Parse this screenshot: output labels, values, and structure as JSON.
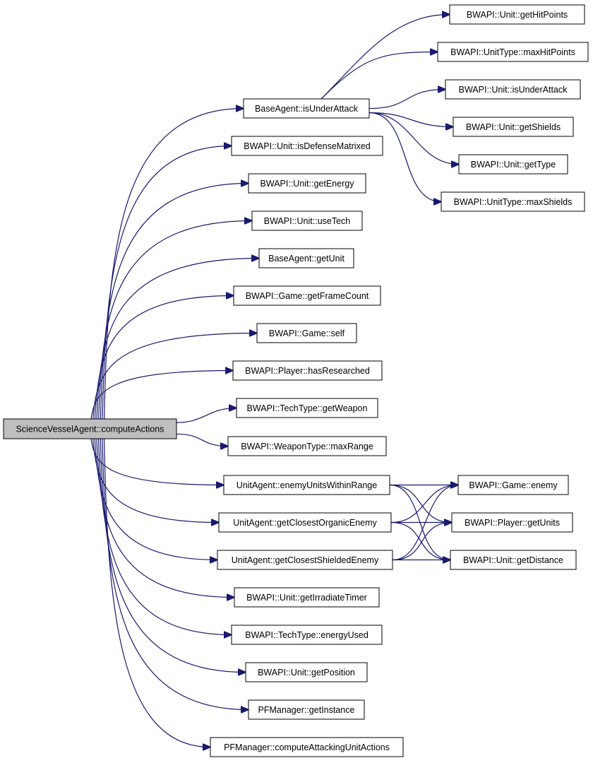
{
  "diagram": {
    "type": "call-graph",
    "root": "ScienceVesselAgent::computeActions",
    "colors": {
      "edge": "#191970",
      "node_border": "#000000",
      "node_fill": "#ffffff",
      "root_fill": "#bfbfbf"
    },
    "nodes": [
      {
        "id": "root",
        "label": "ScienceVesselAgent::computeActions"
      },
      {
        "id": "isUnderAttack",
        "label": "BaseAgent::isUnderAttack"
      },
      {
        "id": "getHitPoints",
        "label": "BWAPI::Unit::getHitPoints"
      },
      {
        "id": "maxHitPoints",
        "label": "BWAPI::UnitType::maxHitPoints"
      },
      {
        "id": "unitIsUnderAttack",
        "label": "BWAPI::Unit::isUnderAttack"
      },
      {
        "id": "getShields",
        "label": "BWAPI::Unit::getShields"
      },
      {
        "id": "getType",
        "label": "BWAPI::Unit::getType"
      },
      {
        "id": "maxShields",
        "label": "BWAPI::UnitType::maxShields"
      },
      {
        "id": "isDefenseMatrixed",
        "label": "BWAPI::Unit::isDefenseMatrixed"
      },
      {
        "id": "getEnergy",
        "label": "BWAPI::Unit::getEnergy"
      },
      {
        "id": "useTech",
        "label": "BWAPI::Unit::useTech"
      },
      {
        "id": "getUnit",
        "label": "BaseAgent::getUnit"
      },
      {
        "id": "getFrameCount",
        "label": "BWAPI::Game::getFrameCount"
      },
      {
        "id": "gameSelf",
        "label": "BWAPI::Game::self"
      },
      {
        "id": "hasResearched",
        "label": "BWAPI::Player::hasResearched"
      },
      {
        "id": "getWeapon",
        "label": "BWAPI::TechType::getWeapon"
      },
      {
        "id": "maxRange",
        "label": "BWAPI::WeaponType::maxRange"
      },
      {
        "id": "enemyUnitsWithinRange",
        "label": "UnitAgent::enemyUnitsWithinRange"
      },
      {
        "id": "getClosestOrganicEnemy",
        "label": "UnitAgent::getClosestOrganicEnemy"
      },
      {
        "id": "getClosestShieldedEnemy",
        "label": "UnitAgent::getClosestShieldedEnemy"
      },
      {
        "id": "gameEnemy",
        "label": "BWAPI::Game::enemy"
      },
      {
        "id": "getUnits",
        "label": "BWAPI::Player::getUnits"
      },
      {
        "id": "getDistance",
        "label": "BWAPI::Unit::getDistance"
      },
      {
        "id": "getIrradiateTimer",
        "label": "BWAPI::Unit::getIrradiateTimer"
      },
      {
        "id": "energyUsed",
        "label": "BWAPI::TechType::energyUsed"
      },
      {
        "id": "getPosition",
        "label": "BWAPI::Unit::getPosition"
      },
      {
        "id": "getInstance",
        "label": "PFManager::getInstance"
      },
      {
        "id": "computeAttackingUnitActions",
        "label": "PFManager::computeAttackingUnitActions"
      }
    ],
    "edges": [
      [
        "root",
        "isUnderAttack"
      ],
      [
        "root",
        "isDefenseMatrixed"
      ],
      [
        "root",
        "getEnergy"
      ],
      [
        "root",
        "useTech"
      ],
      [
        "root",
        "getUnit"
      ],
      [
        "root",
        "getFrameCount"
      ],
      [
        "root",
        "gameSelf"
      ],
      [
        "root",
        "hasResearched"
      ],
      [
        "root",
        "getWeapon"
      ],
      [
        "root",
        "maxRange"
      ],
      [
        "root",
        "enemyUnitsWithinRange"
      ],
      [
        "root",
        "getClosestOrganicEnemy"
      ],
      [
        "root",
        "getClosestShieldedEnemy"
      ],
      [
        "root",
        "getIrradiateTimer"
      ],
      [
        "root",
        "energyUsed"
      ],
      [
        "root",
        "getPosition"
      ],
      [
        "root",
        "getInstance"
      ],
      [
        "root",
        "computeAttackingUnitActions"
      ],
      [
        "isUnderAttack",
        "getHitPoints"
      ],
      [
        "isUnderAttack",
        "maxHitPoints"
      ],
      [
        "isUnderAttack",
        "unitIsUnderAttack"
      ],
      [
        "isUnderAttack",
        "getShields"
      ],
      [
        "isUnderAttack",
        "getType"
      ],
      [
        "isUnderAttack",
        "maxShields"
      ],
      [
        "enemyUnitsWithinRange",
        "gameEnemy"
      ],
      [
        "enemyUnitsWithinRange",
        "getUnits"
      ],
      [
        "enemyUnitsWithinRange",
        "getDistance"
      ],
      [
        "getClosestOrganicEnemy",
        "gameEnemy"
      ],
      [
        "getClosestOrganicEnemy",
        "getUnits"
      ],
      [
        "getClosestOrganicEnemy",
        "getDistance"
      ],
      [
        "getClosestShieldedEnemy",
        "gameEnemy"
      ],
      [
        "getClosestShieldedEnemy",
        "getUnits"
      ],
      [
        "getClosestShieldedEnemy",
        "getDistance"
      ]
    ]
  }
}
